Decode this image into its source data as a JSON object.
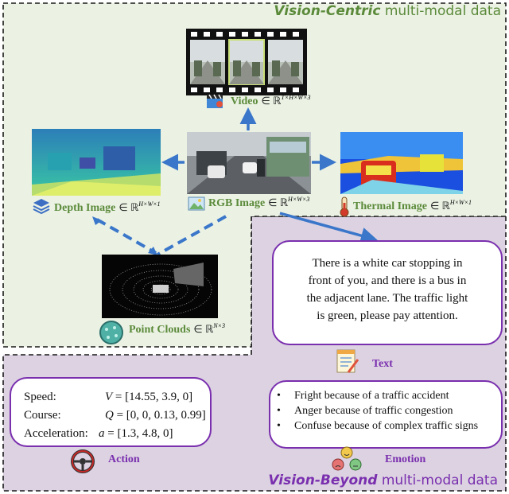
{
  "vision_centric": {
    "title_italic": "Vision-Centric",
    "title_rest": " multi-modal data",
    "accent_color": "#5b8a3a"
  },
  "vision_beyond": {
    "title_italic": "Vision-Beyond",
    "title_rest": " multi-modal data",
    "accent_color": "#7a2fae"
  },
  "video": {
    "label": "Video",
    "math": "∈ ℝ",
    "dims": "T×H×W×3"
  },
  "rgb": {
    "label": "RGB Image",
    "math": "∈ ℝ",
    "dims": "H×W×3"
  },
  "depth": {
    "label": "Depth Image",
    "math": "∈ ℝ",
    "dims": "H×W×1"
  },
  "thermal": {
    "label": "Thermal Image",
    "math": "∈ ℝ",
    "dims": "H×W×1"
  },
  "points": {
    "label": "Point Clouds",
    "math": "∈ ℝ",
    "dims": "N×3"
  },
  "text": {
    "label": "Text",
    "lines": [
      "There is a white car stopping in",
      "front of you, and there is a bus in",
      "the adjacent lane. The traffic light",
      "is green, please pay attention."
    ]
  },
  "action": {
    "label": "Action",
    "rows": [
      {
        "name": "Speed:",
        "var": "V",
        "value": "= [14.55, 3.9, 0]"
      },
      {
        "name": "Course:",
        "var": "Q",
        "value": "= [0, 0, 0.13, 0.99]"
      },
      {
        "name": "Acceleration:",
        "var": "a",
        "value": "= [1.3, 4.8, 0]"
      }
    ]
  },
  "emotion": {
    "label": "Emotion",
    "items": [
      "Fright  because of a traffic accident",
      "Anger because of traffic congestion",
      "Confuse because of complex traffic signs"
    ]
  }
}
